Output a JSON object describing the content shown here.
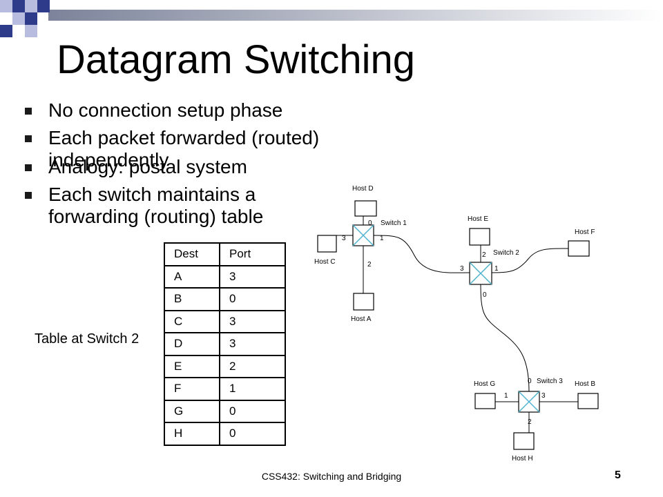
{
  "title": "Datagram Switching",
  "bullets": [
    "No connection setup phase",
    "Each packet forwarded (routed) independently",
    "Analogy: postal system",
    "Each switch maintains a forwarding (routing) table"
  ],
  "table_caption": "Table at Switch 2",
  "table": {
    "headers": [
      "Dest",
      "Port"
    ],
    "rows": [
      [
        "A",
        "3"
      ],
      [
        "B",
        "0"
      ],
      [
        "C",
        "3"
      ],
      [
        "D",
        "3"
      ],
      [
        "E",
        "2"
      ],
      [
        "F",
        "1"
      ],
      [
        "G",
        "0"
      ],
      [
        "H",
        "0"
      ]
    ]
  },
  "diagram": {
    "hosts": {
      "A": "Host A",
      "B": "Host B",
      "C": "Host C",
      "D": "Host D",
      "E": "Host E",
      "F": "Host F",
      "G": "Host G",
      "H": "Host H"
    },
    "switches": {
      "s1": "Switch 1",
      "s2": "Switch 2",
      "s3": "Switch 3"
    },
    "ports": {
      "s1_0": "0",
      "s1_1": "1",
      "s1_2": "2",
      "s1_3": "3",
      "s2_0": "0",
      "s2_1": "1",
      "s2_2": "2",
      "s2_3": "3",
      "s3_0": "0",
      "s3_1": "1",
      "s3_2": "2",
      "s3_3": "3"
    }
  },
  "footer": "CSS432: Switching and Bridging",
  "page_number": "5",
  "colors": {
    "deco_dark": "#2e3a8a",
    "deco_light": "#b8bde0",
    "band": "#9097a8"
  }
}
